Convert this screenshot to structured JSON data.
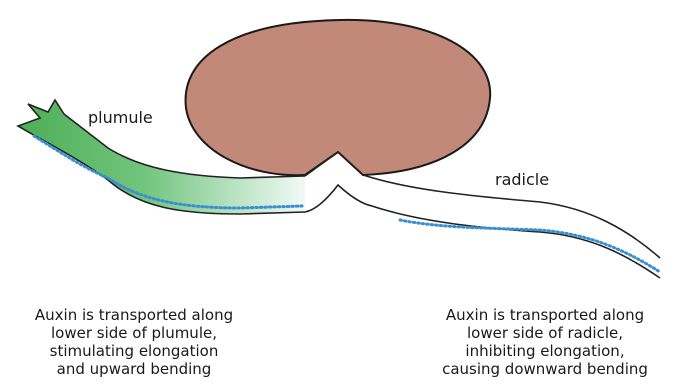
{
  "colors": {
    "seed": "#c28878",
    "seed_outline": "#1a1a1a",
    "plumule_green": "#5cb85f",
    "plumule_light": "#e9f6f1",
    "auxin_dots": "#3a8fd0",
    "outline": "#222222"
  },
  "labels": {
    "plumule": "plumule",
    "radicle": "radicle"
  },
  "captions": {
    "plumule": [
      "Auxin is transported along",
      "lower side of plumule,",
      "stimulating elongation",
      "and upward bending"
    ],
    "radicle": [
      "Auxin is transported along",
      "lower side of radicle,",
      "inhibiting elongation,",
      "causing downward bending"
    ]
  }
}
